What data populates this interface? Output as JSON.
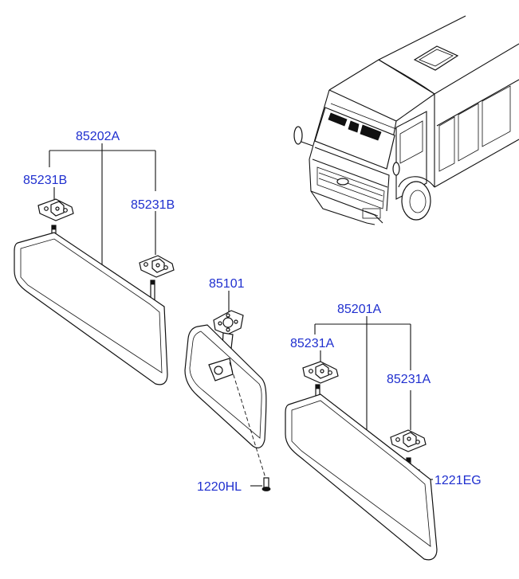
{
  "labels": {
    "visor_assembly_left": "85202A",
    "holder_left_outer": "85231B",
    "holder_left_inner": "85231B",
    "inside_mirror": "85101",
    "visor_assembly_right": "85201A",
    "holder_right_outer": "85231A",
    "holder_right_inner": "85231A",
    "mirror_screw": "1220HL",
    "holder_screw": "1221EG"
  },
  "colors": {
    "label": "#1f2fcf",
    "line": "#111111",
    "background": "#ffffff"
  }
}
